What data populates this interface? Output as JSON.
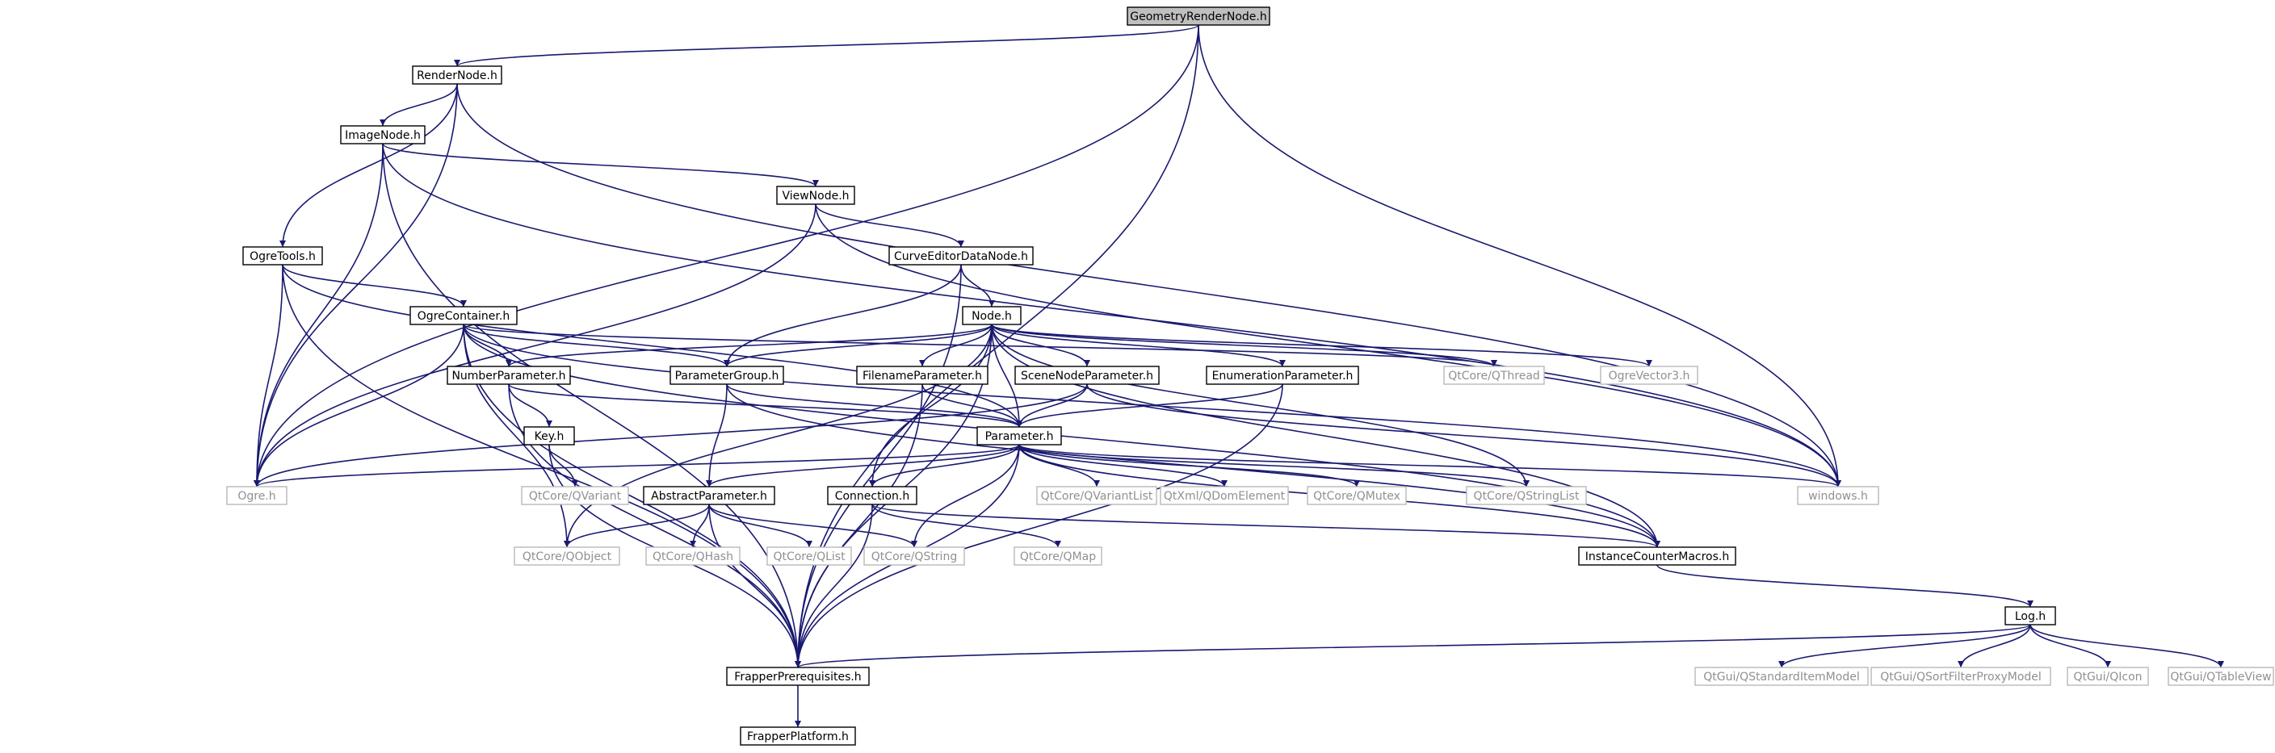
{
  "nodes": [
    {
      "id": "GeometryRenderNode",
      "label": "GeometryRenderNode.h",
      "kind": "current"
    },
    {
      "id": "RenderNode",
      "label": "RenderNode.h",
      "kind": "local"
    },
    {
      "id": "ImageNode",
      "label": "ImageNode.h",
      "kind": "local"
    },
    {
      "id": "ViewNode",
      "label": "ViewNode.h",
      "kind": "local"
    },
    {
      "id": "CurveEditorDataNode",
      "label": "CurveEditorDataNode.h",
      "kind": "local"
    },
    {
      "id": "OgreTools",
      "label": "OgreTools.h",
      "kind": "local"
    },
    {
      "id": "Node",
      "label": "Node.h",
      "kind": "local"
    },
    {
      "id": "OgreContainer",
      "label": "OgreContainer.h",
      "kind": "local"
    },
    {
      "id": "QThread",
      "label": "QtCore/QThread",
      "kind": "external"
    },
    {
      "id": "OgreVector3",
      "label": "OgreVector3.h",
      "kind": "external"
    },
    {
      "id": "NumberParameter",
      "label": "NumberParameter.h",
      "kind": "local"
    },
    {
      "id": "ParameterGroup",
      "label": "ParameterGroup.h",
      "kind": "local"
    },
    {
      "id": "FilenameParameter",
      "label": "FilenameParameter.h",
      "kind": "local"
    },
    {
      "id": "SceneNodeParameter",
      "label": "SceneNodeParameter.h",
      "kind": "local"
    },
    {
      "id": "EnumerationParameter",
      "label": "EnumerationParameter.h",
      "kind": "local"
    },
    {
      "id": "Key",
      "label": "Key.h",
      "kind": "local"
    },
    {
      "id": "Parameter",
      "label": "Parameter.h",
      "kind": "local"
    },
    {
      "id": "Ogre",
      "label": "Ogre.h",
      "kind": "external"
    },
    {
      "id": "QVariant",
      "label": "QtCore/QVariant",
      "kind": "external"
    },
    {
      "id": "AbstractParameter",
      "label": "AbstractParameter.h",
      "kind": "local"
    },
    {
      "id": "Connection",
      "label": "Connection.h",
      "kind": "local"
    },
    {
      "id": "QVariantList",
      "label": "QtCore/QVariantList",
      "kind": "external"
    },
    {
      "id": "QDomElement",
      "label": "QtXml/QDomElement",
      "kind": "external"
    },
    {
      "id": "QMutex",
      "label": "QtCore/QMutex",
      "kind": "external"
    },
    {
      "id": "QStringList",
      "label": "QtCore/QStringList",
      "kind": "external"
    },
    {
      "id": "windows",
      "label": "windows.h",
      "kind": "external"
    },
    {
      "id": "QObject",
      "label": "QtCore/QObject",
      "kind": "external"
    },
    {
      "id": "QHash",
      "label": "QtCore/QHash",
      "kind": "external"
    },
    {
      "id": "QList",
      "label": "QtCore/QList",
      "kind": "external"
    },
    {
      "id": "QString",
      "label": "QtCore/QString",
      "kind": "external"
    },
    {
      "id": "QMap",
      "label": "QtCore/QMap",
      "kind": "external"
    },
    {
      "id": "InstanceCounterMacros",
      "label": "InstanceCounterMacros.h",
      "kind": "local"
    },
    {
      "id": "Log",
      "label": "Log.h",
      "kind": "local"
    },
    {
      "id": "FrapperPrerequisites",
      "label": "FrapperPrerequisites.h",
      "kind": "local"
    },
    {
      "id": "QStandardItemModel",
      "label": "QtGui/QStandardItemModel",
      "kind": "external"
    },
    {
      "id": "QSortFilterProxyModel",
      "label": "QtGui/QSortFilterProxyModel",
      "kind": "external"
    },
    {
      "id": "QIcon",
      "label": "QtGui/QIcon",
      "kind": "external"
    },
    {
      "id": "QTableView",
      "label": "QtGui/QTableView",
      "kind": "external"
    },
    {
      "id": "FrapperPlatform",
      "label": "FrapperPlatform.h",
      "kind": "local"
    }
  ],
  "edges": [
    [
      "GeometryRenderNode",
      "RenderNode"
    ],
    [
      "GeometryRenderNode",
      "Ogre"
    ],
    [
      "GeometryRenderNode",
      "windows"
    ],
    [
      "GeometryRenderNode",
      "FrapperPrerequisites"
    ],
    [
      "RenderNode",
      "ImageNode"
    ],
    [
      "RenderNode",
      "OgreTools"
    ],
    [
      "RenderNode",
      "Ogre"
    ],
    [
      "RenderNode",
      "windows"
    ],
    [
      "ImageNode",
      "ViewNode"
    ],
    [
      "ImageNode",
      "Ogre"
    ],
    [
      "ImageNode",
      "windows"
    ],
    [
      "ImageNode",
      "FrapperPrerequisites"
    ],
    [
      "ViewNode",
      "CurveEditorDataNode"
    ],
    [
      "ViewNode",
      "Ogre"
    ],
    [
      "ViewNode",
      "windows"
    ],
    [
      "CurveEditorDataNode",
      "Node"
    ],
    [
      "CurveEditorDataNode",
      "ParameterGroup"
    ],
    [
      "CurveEditorDataNode",
      "FrapperPrerequisites"
    ],
    [
      "OgreTools",
      "OgreContainer"
    ],
    [
      "OgreTools",
      "Ogre"
    ],
    [
      "OgreTools",
      "Parameter"
    ],
    [
      "OgreTools",
      "FrapperPrerequisites"
    ],
    [
      "OgreContainer",
      "NumberParameter"
    ],
    [
      "OgreContainer",
      "ParameterGroup"
    ],
    [
      "OgreContainer",
      "Ogre"
    ],
    [
      "OgreContainer",
      "QObject"
    ],
    [
      "OgreContainer",
      "QThread"
    ],
    [
      "OgreContainer",
      "windows"
    ],
    [
      "OgreContainer",
      "InstanceCounterMacros"
    ],
    [
      "OgreContainer",
      "FrapperPrerequisites"
    ],
    [
      "Node",
      "NumberParameter"
    ],
    [
      "Node",
      "ParameterGroup"
    ],
    [
      "Node",
      "FilenameParameter"
    ],
    [
      "Node",
      "SceneNodeParameter"
    ],
    [
      "Node",
      "EnumerationParameter"
    ],
    [
      "Node",
      "Parameter"
    ],
    [
      "Node",
      "Connection"
    ],
    [
      "Node",
      "QObject"
    ],
    [
      "Node",
      "QThread"
    ],
    [
      "Node",
      "OgreVector3"
    ],
    [
      "Node",
      "QStringList"
    ],
    [
      "Node",
      "InstanceCounterMacros"
    ],
    [
      "Node",
      "FrapperPrerequisites"
    ],
    [
      "NumberParameter",
      "Key"
    ],
    [
      "NumberParameter",
      "Parameter"
    ],
    [
      "NumberParameter",
      "FrapperPrerequisites"
    ],
    [
      "ParameterGroup",
      "AbstractParameter"
    ],
    [
      "ParameterGroup",
      "Parameter"
    ],
    [
      "ParameterGroup",
      "InstanceCounterMacros"
    ],
    [
      "FilenameParameter",
      "Parameter"
    ],
    [
      "FilenameParameter",
      "FrapperPrerequisites"
    ],
    [
      "SceneNodeParameter",
      "Parameter"
    ],
    [
      "SceneNodeParameter",
      "Ogre"
    ],
    [
      "SceneNodeParameter",
      "windows"
    ],
    [
      "EnumerationParameter",
      "Parameter"
    ],
    [
      "EnumerationParameter",
      "FrapperPrerequisites"
    ],
    [
      "Key",
      "QVariant"
    ],
    [
      "Key",
      "FrapperPrerequisites"
    ],
    [
      "Parameter",
      "Ogre"
    ],
    [
      "Parameter",
      "AbstractParameter"
    ],
    [
      "Parameter",
      "Connection"
    ],
    [
      "Parameter",
      "QVariantList"
    ],
    [
      "Parameter",
      "QDomElement"
    ],
    [
      "Parameter",
      "QMutex"
    ],
    [
      "Parameter",
      "QStringList"
    ],
    [
      "Parameter",
      "windows"
    ],
    [
      "Parameter",
      "QString"
    ],
    [
      "Parameter",
      "InstanceCounterMacros"
    ],
    [
      "Parameter",
      "FrapperPrerequisites"
    ],
    [
      "AbstractParameter",
      "QObject"
    ],
    [
      "AbstractParameter",
      "QHash"
    ],
    [
      "AbstractParameter",
      "QList"
    ],
    [
      "AbstractParameter",
      "QString"
    ],
    [
      "AbstractParameter",
      "FrapperPrerequisites"
    ],
    [
      "Connection",
      "QMap"
    ],
    [
      "Connection",
      "InstanceCounterMacros"
    ],
    [
      "Connection",
      "FrapperPrerequisites"
    ],
    [
      "InstanceCounterMacros",
      "Log"
    ],
    [
      "Log",
      "FrapperPrerequisites"
    ],
    [
      "Log",
      "QStandardItemModel"
    ],
    [
      "Log",
      "QSortFilterProxyModel"
    ],
    [
      "Log",
      "QIcon"
    ],
    [
      "Log",
      "QTableView"
    ],
    [
      "FrapperPrerequisites",
      "FrapperPlatform"
    ]
  ],
  "colors": {
    "edge": "#191970",
    "local_border": "#000000",
    "external_border": "#b8b8b8",
    "external_text": "#909090",
    "current_fill": "#bfbfbf"
  }
}
